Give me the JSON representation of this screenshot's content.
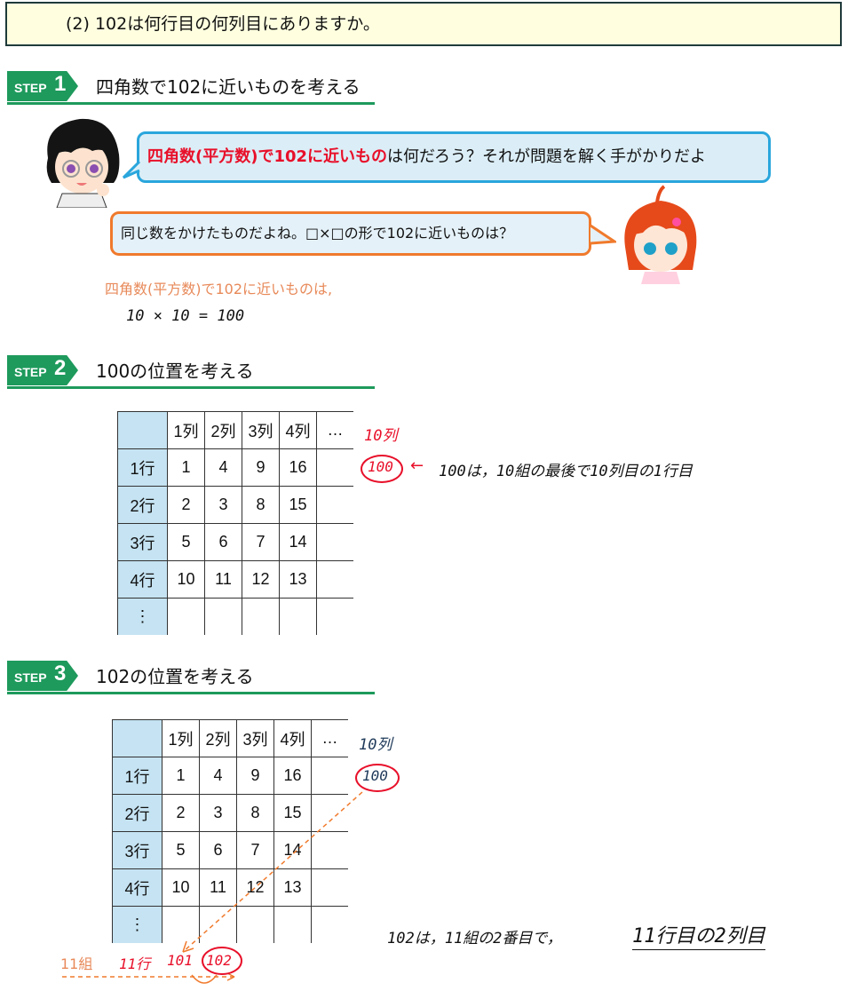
{
  "question": "(2)  102は何行目の何列目にありますか。",
  "steps": [
    {
      "word": "STEP",
      "num": "1",
      "title": "四角数で102に近いものを考える"
    },
    {
      "word": "STEP",
      "num": "2",
      "title": "100の位置を考える"
    },
    {
      "word": "STEP",
      "num": "3",
      "title": "102の位置を考える"
    }
  ],
  "bubble1": {
    "bold": "四角数(平方数)で102に近いもの",
    "rest": "は何だろう？それが問題を解く手がかりだよ"
  },
  "bubble2": "同じ数をかけたものだよね。□×□の形で102に近いものは？",
  "note1": "四角数(平方数)で102に近いものは,",
  "eq1": "10 × 10 = 100",
  "table": {
    "cols": [
      "1列",
      "2列",
      "3列",
      "4列",
      "…"
    ],
    "rows": [
      {
        "label": "1行",
        "cells": [
          "1",
          "4",
          "9",
          "16",
          ""
        ]
      },
      {
        "label": "2行",
        "cells": [
          "2",
          "3",
          "8",
          "15",
          ""
        ]
      },
      {
        "label": "3行",
        "cells": [
          "5",
          "6",
          "7",
          "14",
          ""
        ]
      },
      {
        "label": "4行",
        "cells": [
          "10",
          "11",
          "12",
          "13",
          ""
        ]
      },
      {
        "label": "⋮",
        "cells": [
          "",
          "",
          "",
          "",
          ""
        ]
      }
    ]
  },
  "s2": {
    "col10": "10列",
    "val": "100",
    "arrow": "←",
    "note": "100は，10組の最後で10列目の1行目"
  },
  "s3": {
    "col10": "10列",
    "val": "100",
    "group": "11組",
    "row11": "11行",
    "v101": "101",
    "v102": "102",
    "conclusion_pre": "102は，11組の2番目で，",
    "conclusion_ans": "11行目の2列目"
  },
  "colors": {
    "green": "#1e9a5c",
    "blue_border": "#2aa6dc",
    "orange_border": "#f07a2c",
    "red": "#e8102a",
    "cell_blue": "#c5e3f2"
  }
}
